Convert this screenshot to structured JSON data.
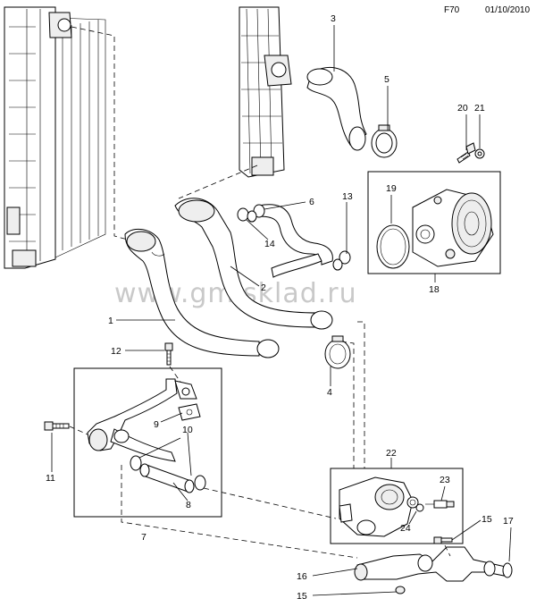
{
  "header": {
    "page_code": "F70",
    "date": "01/10/2010"
  },
  "watermark": "www.gmisklad.ru",
  "callouts": {
    "c1": "1",
    "c2": "2",
    "c3": "3",
    "c4": "4",
    "c5": "5",
    "c6": "6",
    "c7": "7",
    "c8": "8",
    "c9": "9",
    "c10": "10",
    "c11": "11",
    "c12": "12",
    "c13": "13",
    "c14": "14",
    "c15a": "15",
    "c15b": "15",
    "c16": "16",
    "c17": "17",
    "c18": "18",
    "c19": "19",
    "c20": "20",
    "c21": "21",
    "c22": "22",
    "c23": "23",
    "c24": "24"
  }
}
